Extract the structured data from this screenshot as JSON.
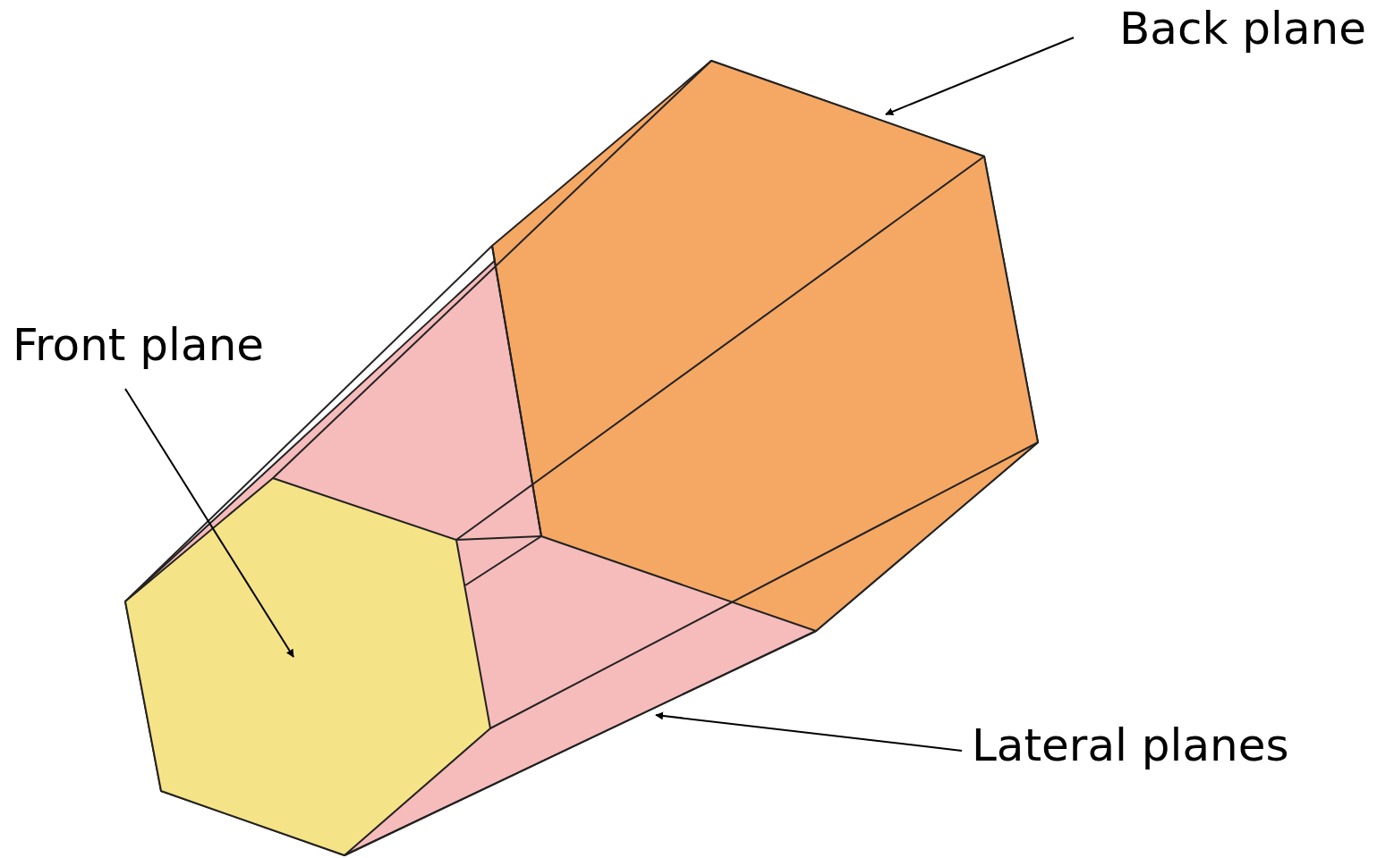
{
  "diagram": {
    "labels": [
      "Back plane",
      "Front plane",
      "Lateral planes"
    ]
  }
}
